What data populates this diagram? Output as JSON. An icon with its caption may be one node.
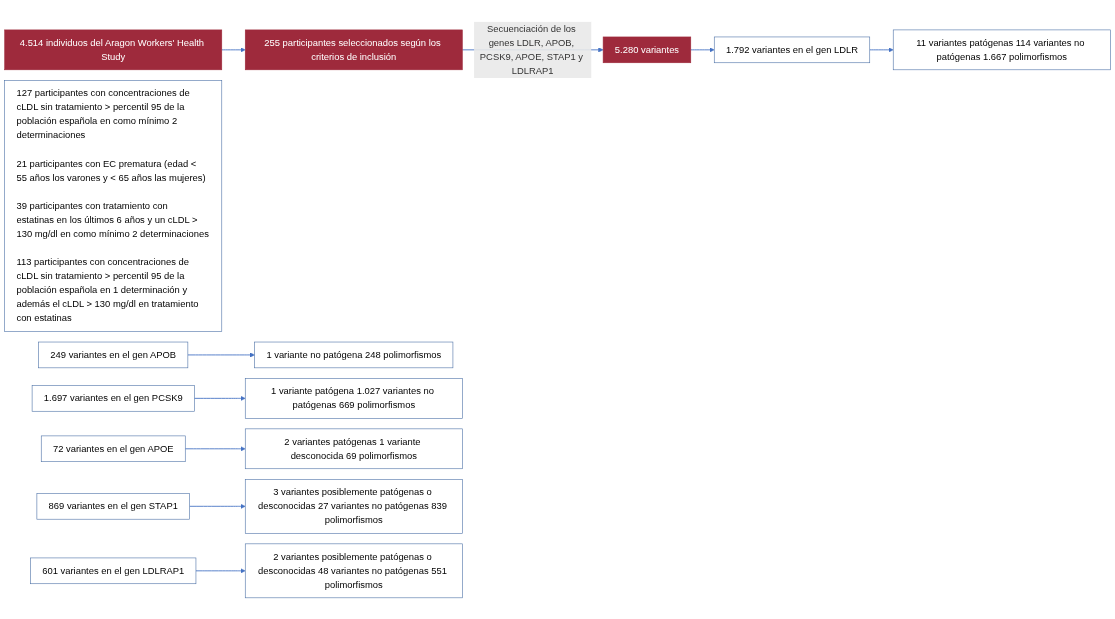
{
  "diagram": {
    "nodes": [
      {
        "text": [
          "4.514 individuos del Aragon Workers' Health Study"
        ]
      },
      {
        "text": [
          "5.280 variantes"
        ]
      },
      {
        "text": [
          "255 participantes seleccionados según los criterios de inclusión"
        ]
      },
      {
        "text": [
          "127 participantes con concentraciones de cLDL sin tratamiento > percentil 95 de la población española en como mínimo 2 determinaciones",
          "21 participantes con EC prematura (edad < 55 años los varones y < 65 años las mujeres)",
          "39 participantes con tratamiento con estatinas en los últimos 6 años y un cLDL > 130 mg/dl en como mínimo 2 determinaciones",
          "113 participantes con concentraciones de cLDL sin tratamiento > percentil 95 de la población española en 1 determinación y además el cLDL > 130 mg/dl en tratamiento con estatinas"
        ]
      },
      {
        "text": [
          "1.792 variantes en el gen LDLR"
        ]
      },
      {
        "text": [
          "11 variantes patógenas 114 variantes no patógenas 1.667 polimorfismos"
        ]
      },
      {
        "text": [
          "249 variantes en el gen APOB"
        ]
      },
      {
        "text": [
          "1 variante no patógena 248 polimorfismos"
        ]
      },
      {
        "text": [
          "1.697 variantes en el gen PCSK9"
        ]
      },
      {
        "text": [
          "1 variante patógena 1.027 variantes no patógenas 669 polimorfismos"
        ]
      },
      {
        "text": [
          "72 variantes en el gen APOE"
        ]
      },
      {
        "text": [
          "2 variantes patógenas 1 variante desconocida 69 polimorfismos"
        ]
      },
      {
        "text": [
          "869 variantes en el gen STAP1"
        ]
      },
      {
        "text": [
          "3 variantes posiblemente patógenas o desconocidas 27 variantes no patógenas 839 polimorfismos"
        ]
      },
      {
        "text": [
          "601 variantes en el gen LDLRAP1"
        ]
      },
      {
        "text": [
          "2 variantes posiblemente patógenas o desconocidas 48 variantes no patógenas 551 polimorfismos"
        ]
      }
    ],
    "edges": [
      {
        "from": 0,
        "to": 2,
        "arrow": "to"
      },
      {
        "from": 2,
        "to": 1,
        "arrow": "to",
        "label": "Secuenciación de los genes LDLR, APOB, PCSK9, APOE, STAP1 y LDLRAP1"
      },
      {
        "from": 1,
        "to": 4,
        "arrow": "to"
      },
      {
        "from": 4,
        "to": 5,
        "arrow": "to"
      },
      {
        "from": 6,
        "to": 7,
        "arrow": "to"
      },
      {
        "from": 8,
        "to": 9,
        "arrow": "to"
      },
      {
        "from": 10,
        "to": 11,
        "arrow": "to"
      },
      {
        "from": 12,
        "to": 13,
        "arrow": "to"
      },
      {
        "from": 14,
        "to": 15,
        "arrow": "to"
      }
    ]
  }
}
